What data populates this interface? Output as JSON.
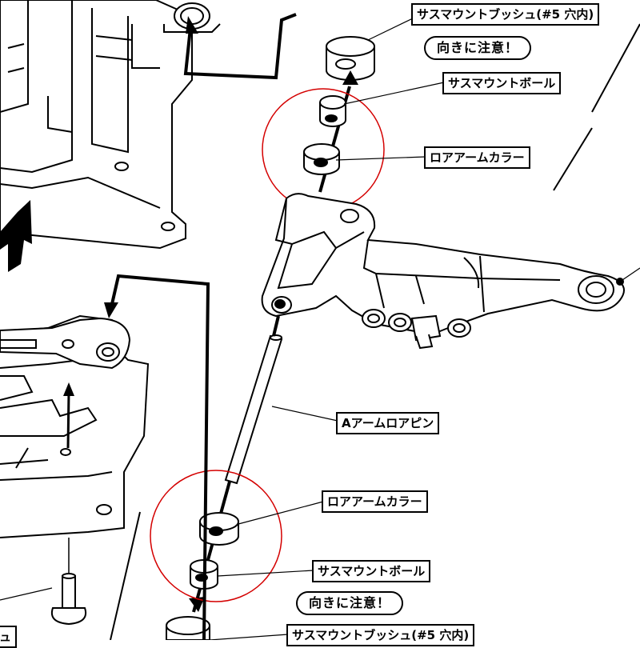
{
  "labels": {
    "bush_top": "サスマウントブッシュ(#5 穴内)",
    "caution_top": "向きに注意！",
    "ball_top": "サスマウントボール",
    "collar_top": "ロアアームカラー",
    "pin": "Aアームロアピン",
    "collar_bottom": "ロアアームカラー",
    "ball_bottom": "サスマウントボール",
    "caution_bottom": "向きに注意！",
    "bush_bottom": "サスマウントブッシュ(#5 穴内)",
    "partial_left": "ュ"
  },
  "colors": {
    "line": "#000000",
    "highlight_circle": "#d40000",
    "background": "#ffffff"
  }
}
